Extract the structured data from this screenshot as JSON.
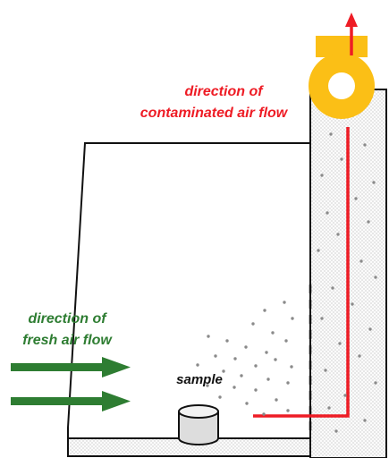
{
  "labels": {
    "contaminated_line1": "direction of",
    "contaminated_line2": "contaminated air flow",
    "fresh_line1": "direction of",
    "fresh_line2": "fresh air flow",
    "sample": "sample"
  },
  "colors": {
    "contaminated_flow": "#ee1c25",
    "fresh_flow": "#2e7d32",
    "fan": "#fbbf16",
    "outline": "#111111",
    "particle": "#8a8a8a",
    "duct_fill": "#f0f0f0"
  },
  "icons": {
    "fan": "exhaust-fan-icon",
    "sample": "sample-cup-icon"
  }
}
